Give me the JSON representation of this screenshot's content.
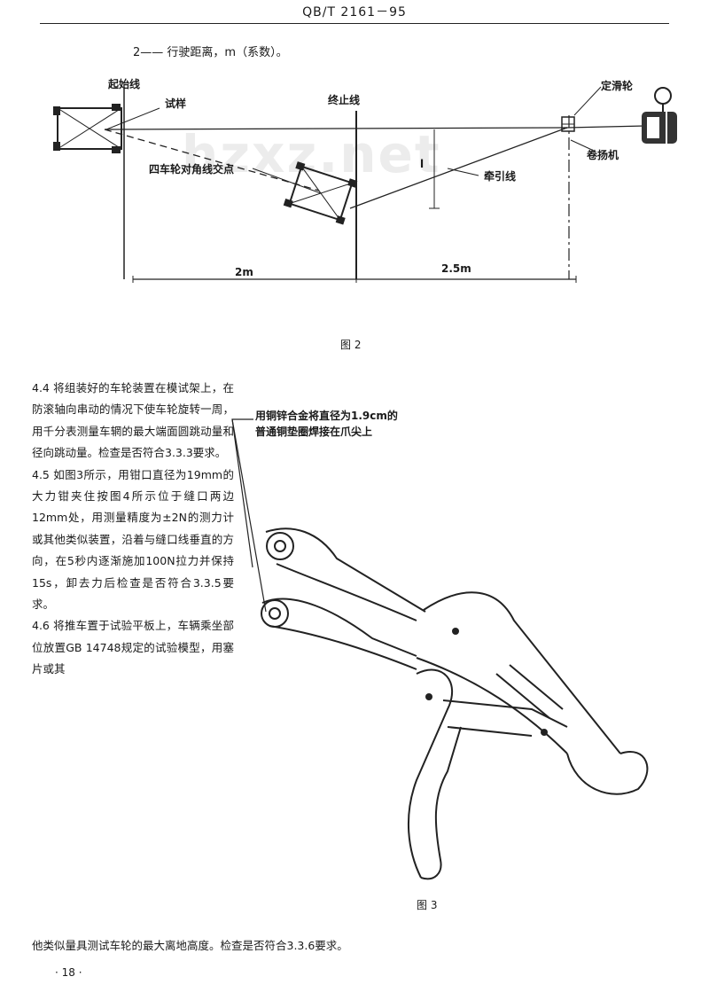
{
  "header": {
    "code": "QB/T 2161－95"
  },
  "top_note": "2—— 行驶距离，m（系数）。",
  "figure2": {
    "label_start_line": "起始线",
    "label_sample": "试样",
    "label_stop_line": "终止线",
    "label_pulley": "定滑轮",
    "label_winch": "卷扬机",
    "label_diagonal": "四车轮对角线交点",
    "label_tow_line": "牵引线",
    "label_l": "l",
    "label_dim_left": "2m",
    "label_dim_right": "2.5m",
    "caption": "图  2"
  },
  "watermark": "hzxz.net",
  "section": {
    "p44": "4.4  将组装好的车轮装置在模试架上，在防滚轴向串动的情况下使车轮旋转一周，用千分表测量车辋的最大端面圆跳动量和径向跳动量。检查是否符合3.3.3要求。",
    "p45": "4.5  如图3所示，用钳口直径为19mm的大力钳夹住按图4所示位于缝口两边12mm处，用测量精度为±2N的测力计或其他类似装置，沿着与缝口线垂直的方向，在5秒内逐渐施加100N拉力并保持15s，卸去力后检查是否符合3.3.5要求。",
    "p46_a": "4.6  将推车置于试验平板上，车辆乘坐部位放置GB 14748规定的试验模型，用塞片或其",
    "p46_b": "他类似量具测试车轮的最大离地高度。检查是否符合3.3.6要求。"
  },
  "figure3": {
    "annotation_line1": "用铜锌合金将直径为1.9cm的",
    "annotation_line2": "普通铜垫圈焊接在爪尖上",
    "caption": "图  3"
  },
  "page_number": "· 18 ·"
}
